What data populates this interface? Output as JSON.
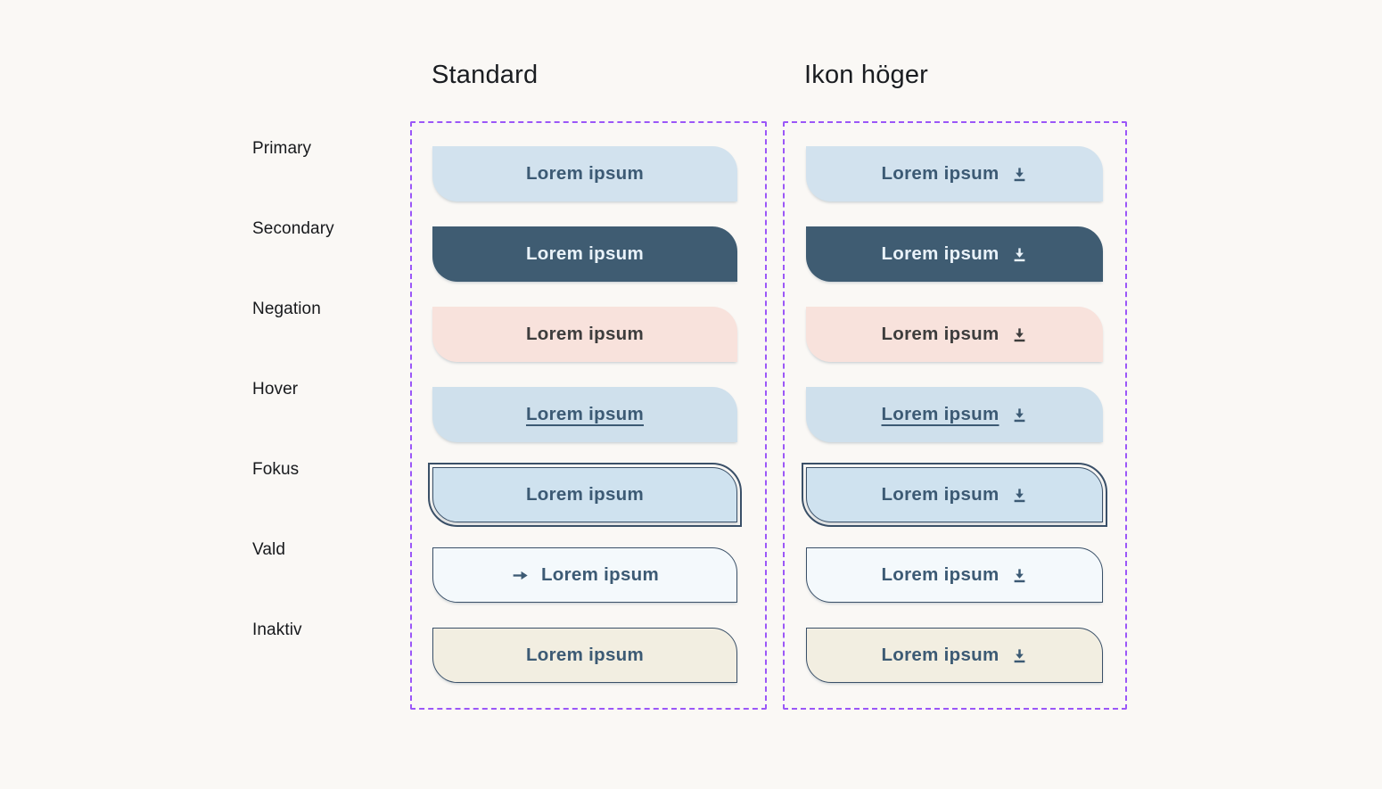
{
  "page": {
    "description": "Button component variant sheet"
  },
  "groups": [
    {
      "id": "standard",
      "title": "Standard",
      "icon_right": false
    },
    {
      "id": "ikon-hoger",
      "title": "Ikon höger",
      "icon_right": true
    }
  ],
  "rows": [
    {
      "label": "Primary",
      "variant": "primary"
    },
    {
      "label": "Secondary",
      "variant": "secondary"
    },
    {
      "label": "Negation",
      "variant": "negation"
    },
    {
      "label": "Hover",
      "variant": "hover"
    },
    {
      "label": "Fokus",
      "variant": "fokus"
    },
    {
      "label": "Vald",
      "variant": "vald"
    },
    {
      "label": "Inaktiv",
      "variant": "inaktiv"
    }
  ],
  "button_label": "Lorem ipsum",
  "icons": {
    "right_column_icon": "download-icon",
    "vald_leading_icon": "arrow-right-icon"
  },
  "colors": {
    "page_bg": "#faf8f5",
    "heading_text": "#1a1d21",
    "label_text": "#17191c",
    "dashed_border": "#9b57f8",
    "btn_text": "#3c5a74",
    "primary_bg": "#d2e2ee",
    "secondary_bg": "#3f5c72",
    "secondary_text": "#e9f2f9",
    "negation_bg": "#f8e2dc",
    "negation_text": "#3d3d3d",
    "hover_bg": "#cfe0ec",
    "fokus_bg": "#cfe2ef",
    "outline_color": "#3a5068",
    "vald_bg": "#f4f9fc",
    "inaktiv_bg": "#f2eee1"
  }
}
